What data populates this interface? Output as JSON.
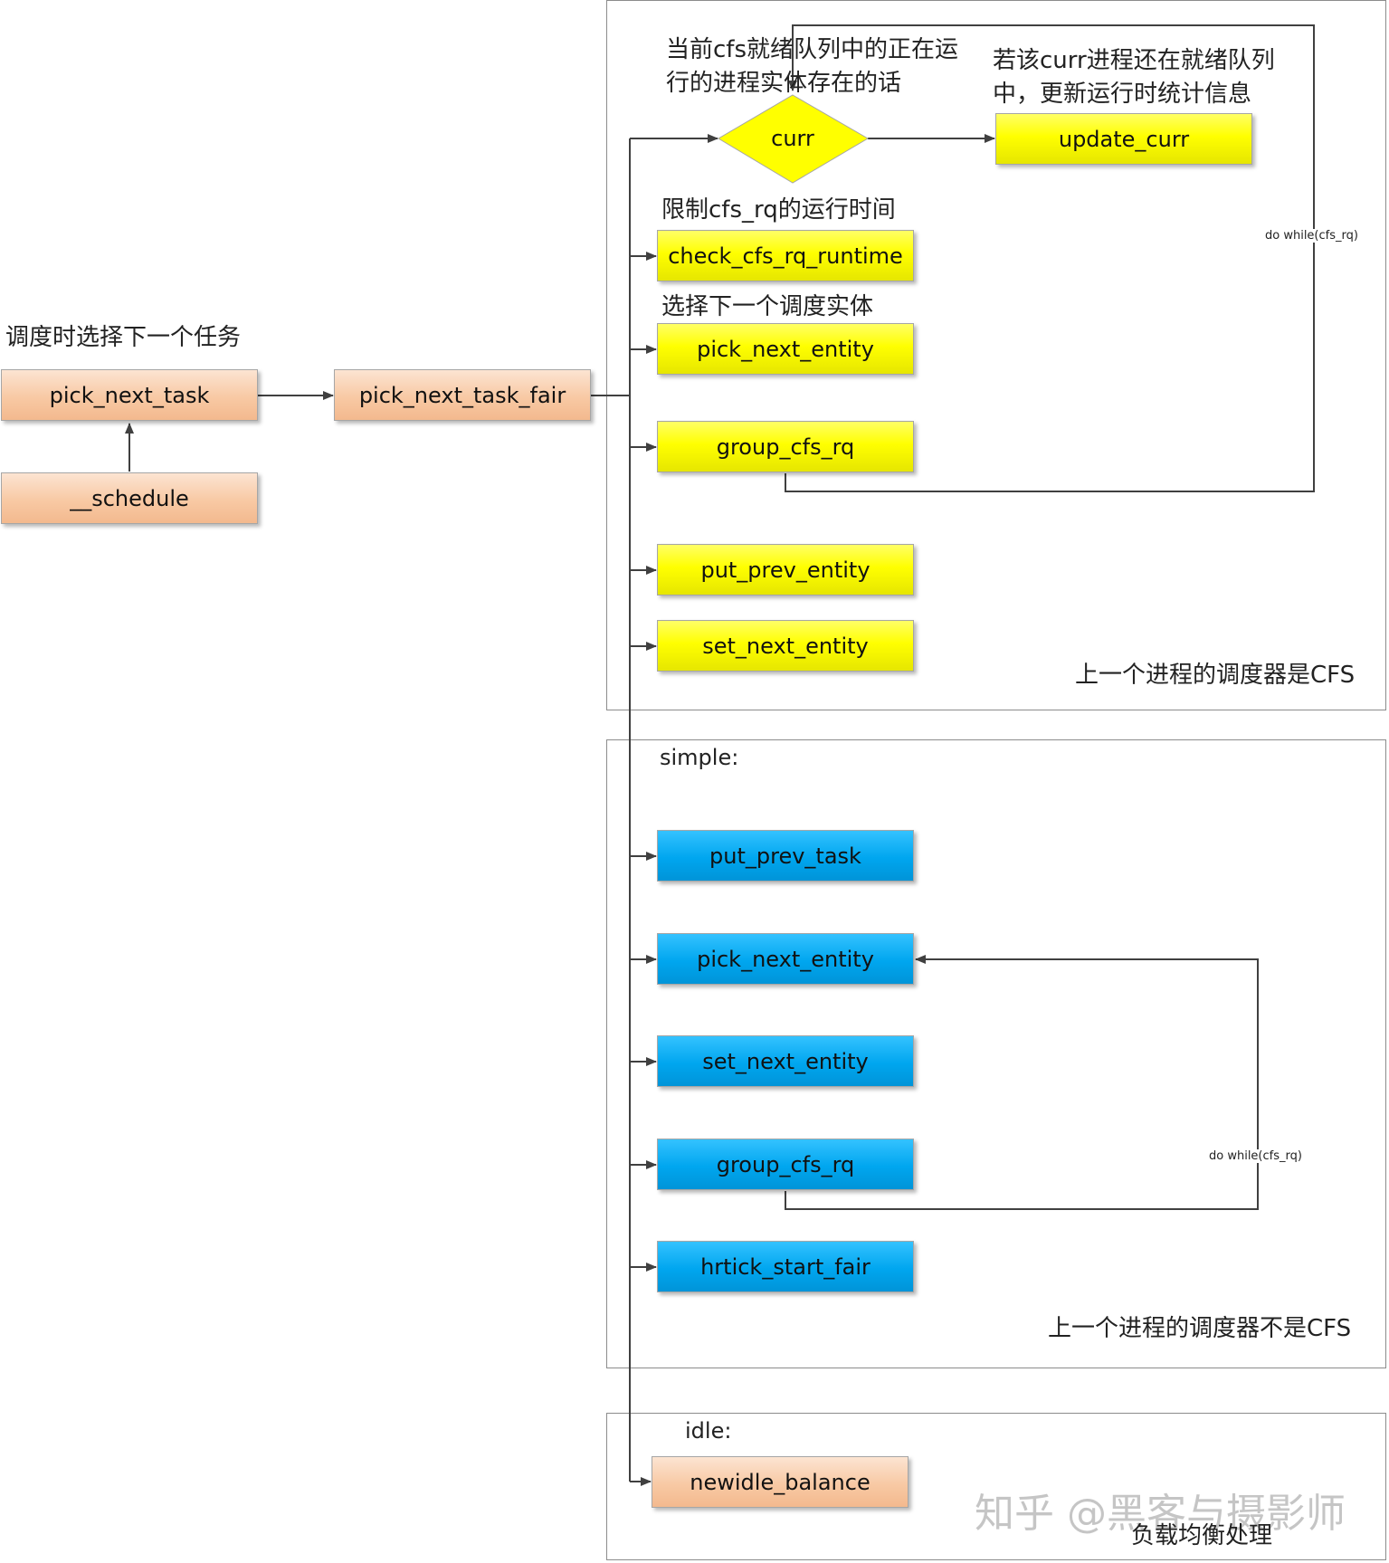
{
  "labels": {
    "schedule_note": "调度时选择下一个任务",
    "curr_note_line1": "当前cfs就绪队列中的正在运",
    "curr_note_line2": "行的进程实体存在的话",
    "update_note_line1": "若该curr进程还在就绪队列",
    "update_note_line2": "中，更新运行时统计信息",
    "check_note": "限制cfs_rq的运行时间",
    "pick_note": "选择下一个调度实体",
    "cfs_panel_caption": "上一个进程的调度器是CFS",
    "simple_panel_title": "simple:",
    "simple_panel_caption": "上一个进程的调度器不是CFS",
    "idle_panel_title": "idle:",
    "idle_panel_caption": "负载均衡处理",
    "loop_label_top": "do while(cfs_rq)",
    "loop_label_bottom": "do while(cfs_rq)",
    "watermark": "知乎 @黑客与摄影师"
  },
  "nodes": {
    "pick_next_task": "pick_next_task",
    "schedule": "__schedule",
    "pick_next_task_fair": "pick_next_task_fair",
    "curr": "curr",
    "update_curr": "update_curr",
    "check_cfs_rq_runtime": "check_cfs_rq_runtime",
    "pick_next_entity_cfs": "pick_next_entity",
    "group_cfs_rq_cfs": "group_cfs_rq",
    "put_prev_entity": "put_prev_entity",
    "set_next_entity_cfs": "set_next_entity",
    "put_prev_task": "put_prev_task",
    "pick_next_entity_simple": "pick_next_entity",
    "set_next_entity_simple": "set_next_entity",
    "group_cfs_rq_simple": "group_cfs_rq",
    "hrtick_start_fair": "hrtick_start_fair",
    "newidle_balance": "newidle_balance"
  },
  "colors": {
    "orange_node": "#f8c9a4",
    "yellow_node": "#ffff00",
    "blue_node": "#00a6ef",
    "connector": "#404040",
    "panel_border": "#8c8c8c"
  }
}
